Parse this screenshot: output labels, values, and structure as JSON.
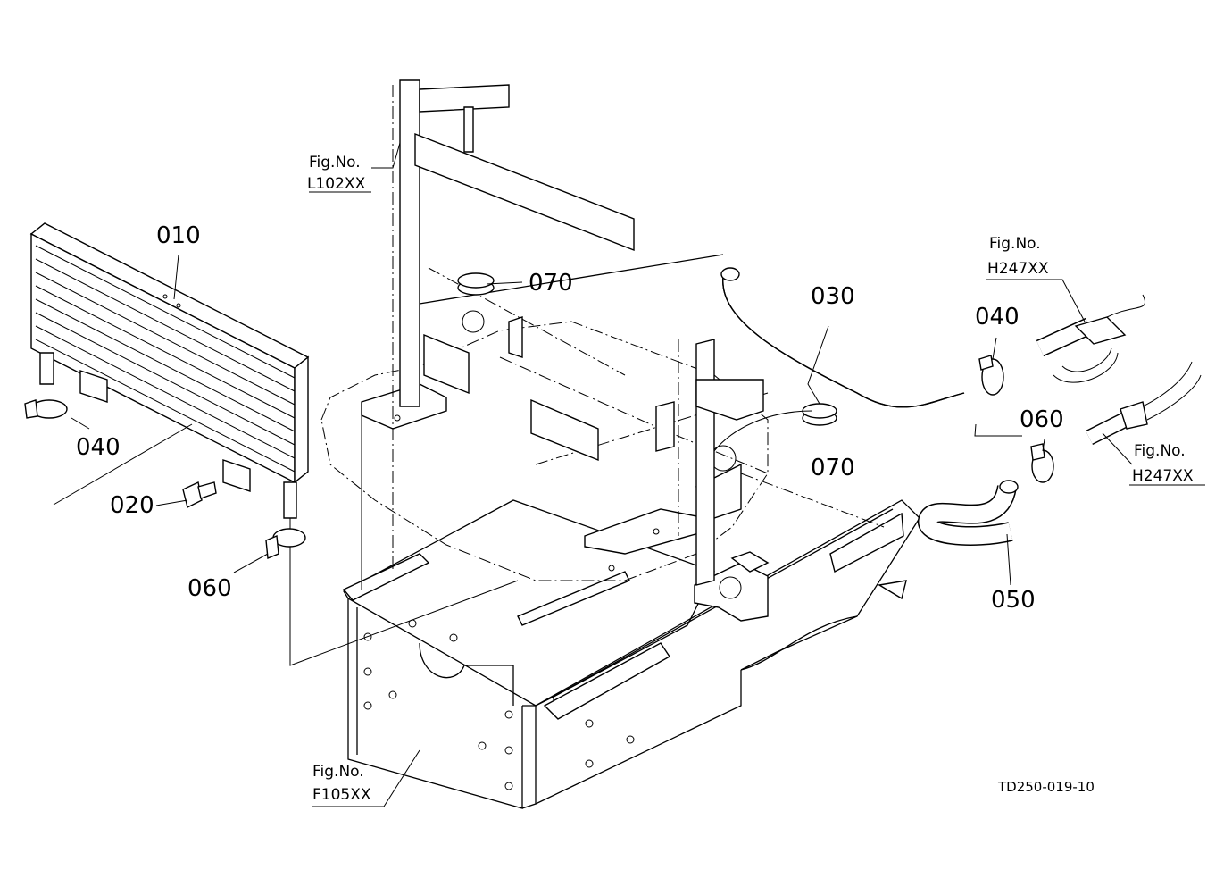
{
  "callouts": [
    {
      "id": "c010",
      "text": "010"
    },
    {
      "id": "c020",
      "text": "020"
    },
    {
      "id": "c030",
      "text": "030"
    },
    {
      "id": "c040a",
      "text": "040"
    },
    {
      "id": "c040b",
      "text": "040"
    },
    {
      "id": "c050",
      "text": "050"
    },
    {
      "id": "c060a",
      "text": "060"
    },
    {
      "id": "c060b",
      "text": "060"
    },
    {
      "id": "c070a",
      "text": "070"
    },
    {
      "id": "c070b",
      "text": "070"
    }
  ],
  "references": [
    {
      "id": "refL102",
      "line1": "Fig.No.",
      "line2": "L102XX"
    },
    {
      "id": "refH247a",
      "line1": "Fig.No.",
      "line2": "H247XX"
    },
    {
      "id": "refH247b",
      "line1": "Fig.No.",
      "line2": "H247XX"
    },
    {
      "id": "refF105",
      "line1": "Fig.No.",
      "line2": "F105XX"
    }
  ],
  "drawing_code": "TD250-019-10"
}
